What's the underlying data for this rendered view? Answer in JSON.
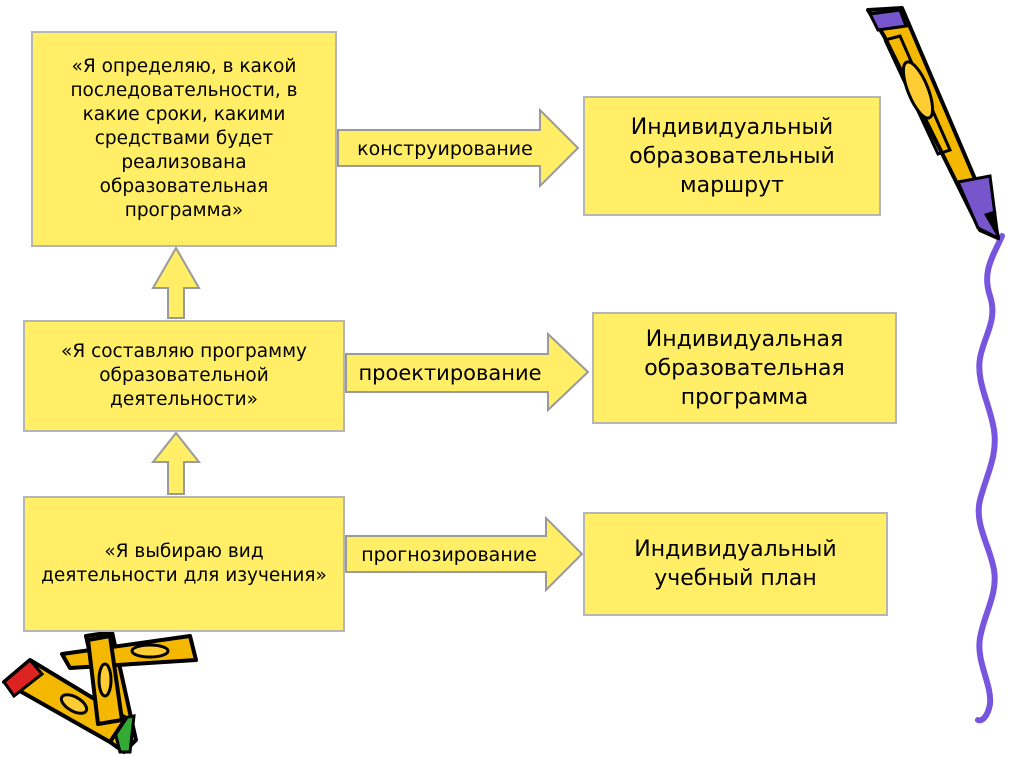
{
  "colors": {
    "box_fill": "#ffee66",
    "box_border": "#b5b5b5",
    "arrow_fill": "#ffee66",
    "arrow_stroke": "#9a9a9a",
    "pencil_body": "#f5b800",
    "pencil_outline": "#000000",
    "pencil_tip": "#7755cc",
    "border_stripe": "#7755dd"
  },
  "left_column": {
    "top": "«Я определяю, в какой\nпоследовательности, в\nкакие сроки, какими\nсредствами будет\nреализована\nобразовательная\nпрограмма»",
    "middle": "«Я составляю программу\nобразовательной\nдеятельности»",
    "bottom": "«Я выбираю вид\nдеятельности для изучения»"
  },
  "arrows": {
    "top": "конструирование",
    "middle": "проектирование",
    "bottom": "прогнозирование"
  },
  "right_column": {
    "top": "Индивидуальный\nобразовательный\nмаршрут",
    "middle": "Индивидуальная\nобразовательная\nпрограмма",
    "bottom": "Индивидуальный\nучебный план"
  },
  "icons": {
    "pencil_top_right": "pencil-icon",
    "pencils_bottom_left": "pencils-icon",
    "decorative_border": "wavy-border-icon"
  }
}
